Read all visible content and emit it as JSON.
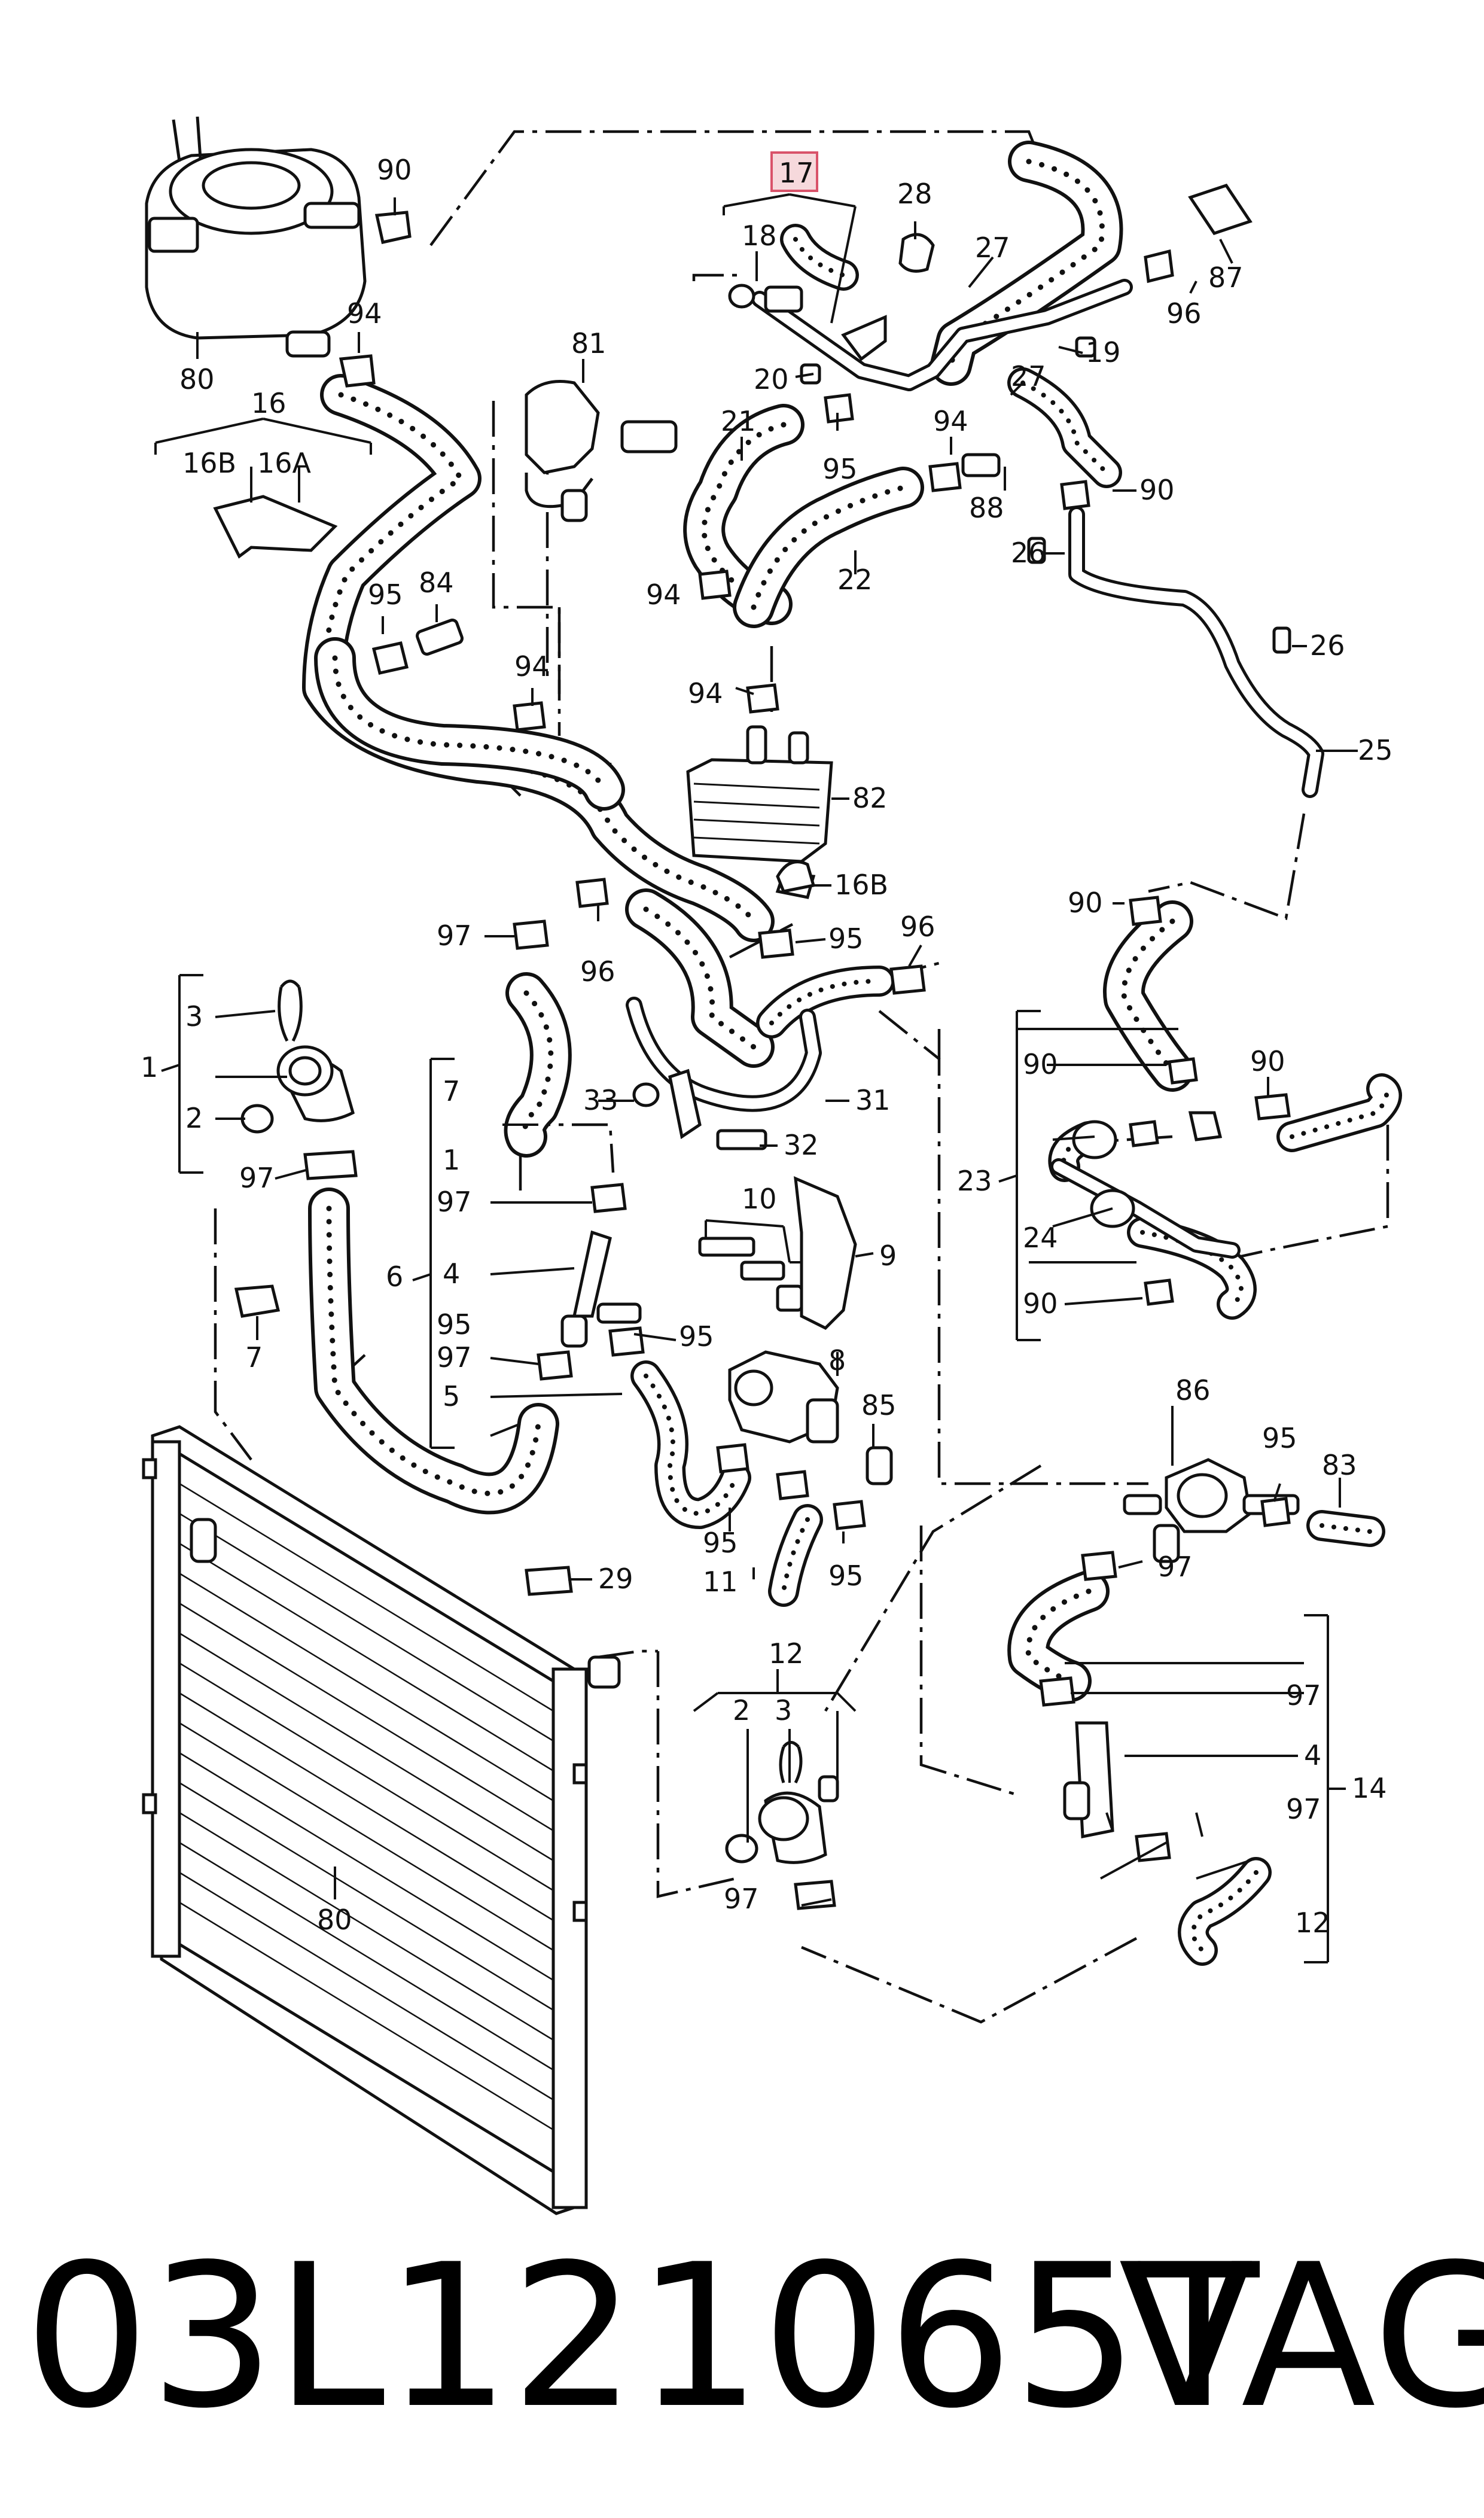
{
  "callouts": {
    "c80a": "80",
    "c90a": "90",
    "c94a": "94",
    "c16": "16",
    "c16B": "16B",
    "c16A": "16A",
    "c95a": "95",
    "c84": "84",
    "c94b": "94",
    "c81": "81",
    "c17": "17",
    "c18": "18",
    "c20": "20",
    "c21": "21",
    "c94c": "94",
    "c95b": "95",
    "c28": "28",
    "c27a": "27",
    "c19": "19",
    "c27b": "27",
    "c94d": "94",
    "c88": "88",
    "c22": "22",
    "c90b": "90",
    "c26a": "26",
    "c87": "87",
    "c96a": "96",
    "c26b": "26",
    "c25": "25",
    "c94e": "94",
    "c82": "82",
    "c16Bb": "16B",
    "c95c": "95",
    "c96b": "96",
    "c97a": "97",
    "c96c": "96",
    "c3a": "3",
    "c1a": "1",
    "c2a": "2",
    "c97b": "97",
    "c7a": "7",
    "c7b": "7",
    "c1b": "1",
    "c33": "33",
    "c31": "31",
    "c32": "32",
    "c10": "10",
    "c9": "9",
    "c97c": "97",
    "c6": "6",
    "c4a": "4",
    "c95d": "95",
    "c95e": "95",
    "c97d": "97",
    "c5": "5",
    "c8": "8",
    "c85": "85",
    "c95f": "95",
    "c95g": "95",
    "c11": "11",
    "c29": "29",
    "c80b": "80",
    "c90c": "90",
    "c90d": "90",
    "c90e": "90",
    "c23": "23",
    "c24": "24",
    "c90f": "90",
    "c86": "86",
    "c95h": "95",
    "c83": "83",
    "c97e": "97",
    "c97f": "97",
    "c4b": "4",
    "c97g": "97",
    "c14": "14",
    "c12a": "12",
    "c12b": "12",
    "c2b": "2",
    "c3b": "3",
    "c97h": "97"
  },
  "footer": {
    "part_number": "03L121065T",
    "brand": "VAG"
  },
  "colors": {
    "ink": "#111111",
    "highlight_fill": "#f6d9dc",
    "highlight_stroke": "#d9536a"
  }
}
